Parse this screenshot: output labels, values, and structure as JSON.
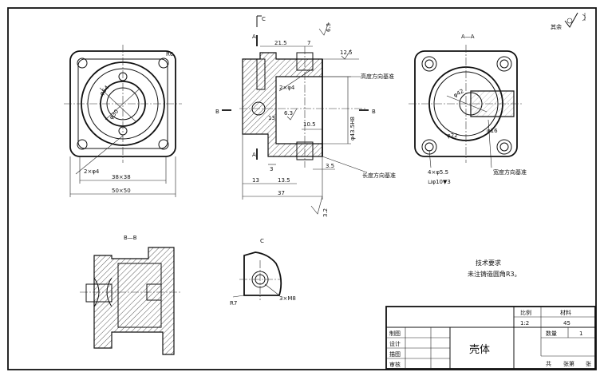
{
  "roughness_note": {
    "text": "其余"
  },
  "views": {
    "top_left": {
      "labels": {
        "r6": "R6",
        "d54": "φ54",
        "d30": "φ30",
        "holes": "2×φ4",
        "inner_sq": "38×38",
        "outer_sq": "50×50"
      }
    },
    "front": {
      "labels": {
        "c_mark": "C",
        "a_mark_top": "A",
        "a_mark_bot": "A",
        "b_left": "B",
        "b_right": "B",
        "dim_21_5": "21.5",
        "dim_7": "7",
        "dim_6_3": "6.3",
        "dim_12_5": "12.5",
        "dim_2x4": "2×φ4",
        "dim_6_3b": "6.3",
        "dim_13": "13",
        "dim_10_5": "10.5",
        "dim_3_5": "3.5",
        "dim_3": "3",
        "dim_13b": "13",
        "dim_13_5": "13.5",
        "dim_37": "37",
        "dim_3_2": "3.2",
        "dim_d43": "φ43.5H8",
        "note_height": "高度方向基准",
        "note_length": "长度方向基准"
      }
    },
    "section_aa": {
      "title": "A—A",
      "labels": {
        "d42": "φ42",
        "d16": "φ16",
        "d22": "φ22",
        "holes": "4×φ5.5",
        "counterbore": "⊔φ10▼3",
        "note_width": "宽度方向基准"
      }
    },
    "section_bb": {
      "title": "B—B"
    },
    "detail_c": {
      "title": "C",
      "labels": {
        "r7": "R7",
        "thread": "3×M8"
      }
    }
  },
  "tech_requirements": {
    "title": "技术要求",
    "line1": "未注铸造圆角R3。"
  },
  "title_block": {
    "scale_label": "比例",
    "scale_value": "1:2",
    "material_label": "材料",
    "material_value": "45",
    "qty_label": "数量",
    "qty_value": "1",
    "part_name": "壳体",
    "rows": [
      "制图",
      "设计",
      "描图",
      "审核"
    ],
    "sheet_total": "共",
    "sheet_unit1": "张第",
    "sheet_unit2": "张"
  }
}
